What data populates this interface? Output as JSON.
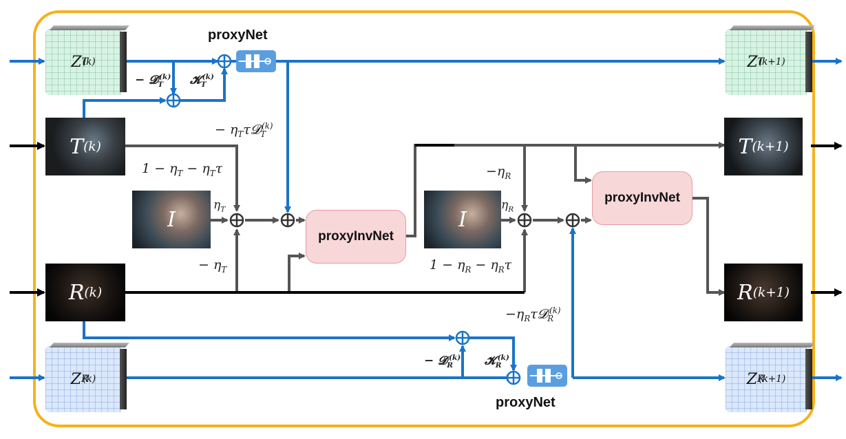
{
  "boxes": {
    "proxy_top_title": "proxyNet",
    "proxy_bottom_title": "proxyNet",
    "inv_left": "proxyInvNet",
    "inv_right": "proxyInvNet"
  },
  "tiles": {
    "zt_in": {
      "base": "Z",
      "sub": "T",
      "sup": "(k)"
    },
    "zt_out": {
      "base": "Z",
      "sub": "T",
      "sup": "(k+1)"
    },
    "zr_in": {
      "base": "Z",
      "sub": "R",
      "sup": "(k)"
    },
    "zr_out": {
      "base": "Z",
      "sub": "R",
      "sup": "(k+1)"
    }
  },
  "images": {
    "t_in": {
      "base": "T",
      "sup": "(k)"
    },
    "t_out": {
      "base": "T",
      "sup": "(k+1)"
    },
    "r_in": {
      "base": "R",
      "sup": "(k)"
    },
    "r_out": {
      "base": "R",
      "sup": "(k+1)"
    },
    "i_left": {
      "base": "I"
    },
    "i_right": {
      "base": "I"
    }
  },
  "labels": {
    "minus_dt": {
      "pre": "− 𝓓",
      "sub": "T",
      "sup": "(k)"
    },
    "kt": {
      "pre": "𝓚",
      "sub": "T",
      "sup": "(k)"
    },
    "eta_t_tau_dt": {
      "pre": "− η",
      "sub": "T",
      "mid": "τ𝓓",
      "sub2": "T",
      "sup": "(k)"
    },
    "one_minus_t": {
      "pre": "1 − η",
      "sub": "T",
      "mid": " − η",
      "sub2": "T",
      "post": "τ"
    },
    "eta_t": {
      "pre": "η",
      "sub": "T"
    },
    "minus_eta_t": {
      "pre": "− η",
      "sub": "T"
    },
    "minus_eta_r": {
      "pre": "−η",
      "sub": "R"
    },
    "eta_r": {
      "pre": "η",
      "sub": "R"
    },
    "one_minus_r": {
      "pre": "1 − η",
      "sub": "R",
      "mid": " − η",
      "sub2": "R",
      "post": "τ"
    },
    "eta_r_tau_dr": {
      "pre": "−η",
      "sub": "R",
      "mid": "τ𝓓",
      "sub2": "R",
      "sup": "(k)"
    },
    "minus_dr": {
      "pre": "− 𝓓",
      "sub": "R",
      "sup": "(k)"
    },
    "kr": {
      "pre": "𝓚",
      "sub": "R",
      "sup": "(k)"
    }
  },
  "colors": {
    "frame": "#f5b21b",
    "blue_arrow": "#1a73c8",
    "gray_arrow": "#555555",
    "black_arrow": "#000000",
    "proxy_fill": "#b7dbf3",
    "inv_fill": "#f8d7d9"
  },
  "icons": {
    "sum_node": "circle-plus-icon",
    "proxy_block": "proxy-filter-icon"
  }
}
